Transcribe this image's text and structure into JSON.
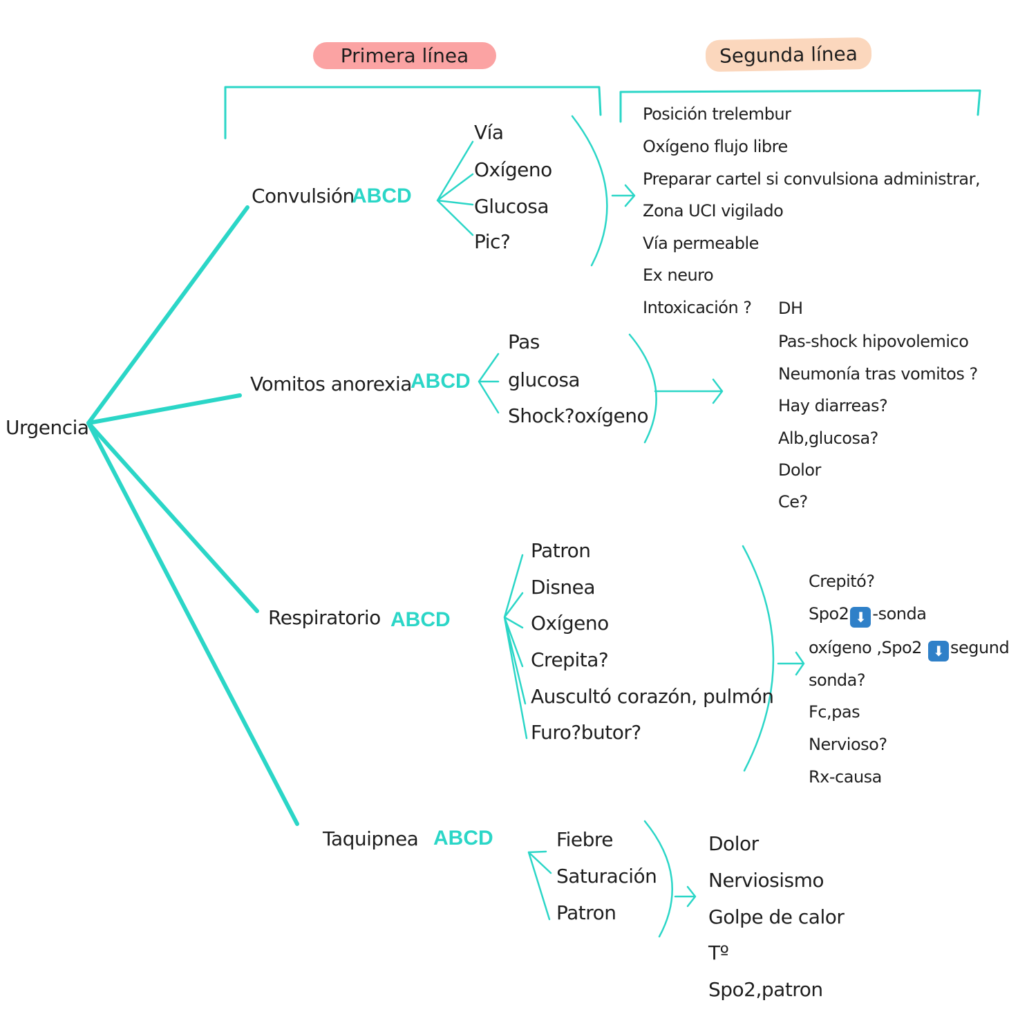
{
  "colors": {
    "line": "#2bd6c7",
    "abcd": "#2bd6c7",
    "pill_primera": "#fba3a3",
    "pill_segunda": "#fbd7bd"
  },
  "headers": {
    "primera": "Primera línea",
    "segunda": "Segunda línea"
  },
  "root": "Urgencia",
  "branches": [
    {
      "label": "Convulsión",
      "abcd": "ABCD",
      "first_line": [
        "Vía",
        "Oxígeno",
        "Glucosa",
        "Pic?"
      ],
      "second_line": [
        "Posición trelembur",
        "Oxígeno flujo libre",
        "Preparar cartel si convulsiona administrar,",
        "Zona UCI vigilado",
        "Vía permeable",
        "Ex neuro",
        "Intoxicación ?"
      ]
    },
    {
      "label": "Vomitos anorexia",
      "abcd": "ABCD",
      "first_line": [
        "Pas",
        "glucosa",
        "Shock?oxígeno"
      ],
      "second_line": [
        "DH",
        "Pas-shock hipovolemico",
        "Neumonía tras vomitos ?",
        "Hay diarreas?",
        "Alb,glucosa?",
        "Dolor",
        "Ce?"
      ]
    },
    {
      "label": "Respiratorio",
      "abcd": "ABCD",
      "first_line": [
        "Patron",
        "Disnea",
        "Oxígeno",
        "Crepita?",
        "Auscultó corazón, pulmón",
        "Furo?butor?"
      ],
      "second_line": [
        "Crepitó?",
        "Spo2",
        "-sonda",
        "oxígeno ,Spo2",
        "segunda",
        "sonda?",
        "Fc,pas",
        "Nervioso?",
        "Rx-causa"
      ],
      "emoji_icon": "down-arrow-emoji"
    },
    {
      "label": "Taquipnea",
      "abcd": "ABCD",
      "first_line": [
        "Fiebre",
        "Saturación",
        "Patron"
      ],
      "second_line": [
        "Dolor",
        "Nerviosismo",
        "Golpe de calor",
        "Tº",
        "Spo2,patron"
      ]
    }
  ]
}
